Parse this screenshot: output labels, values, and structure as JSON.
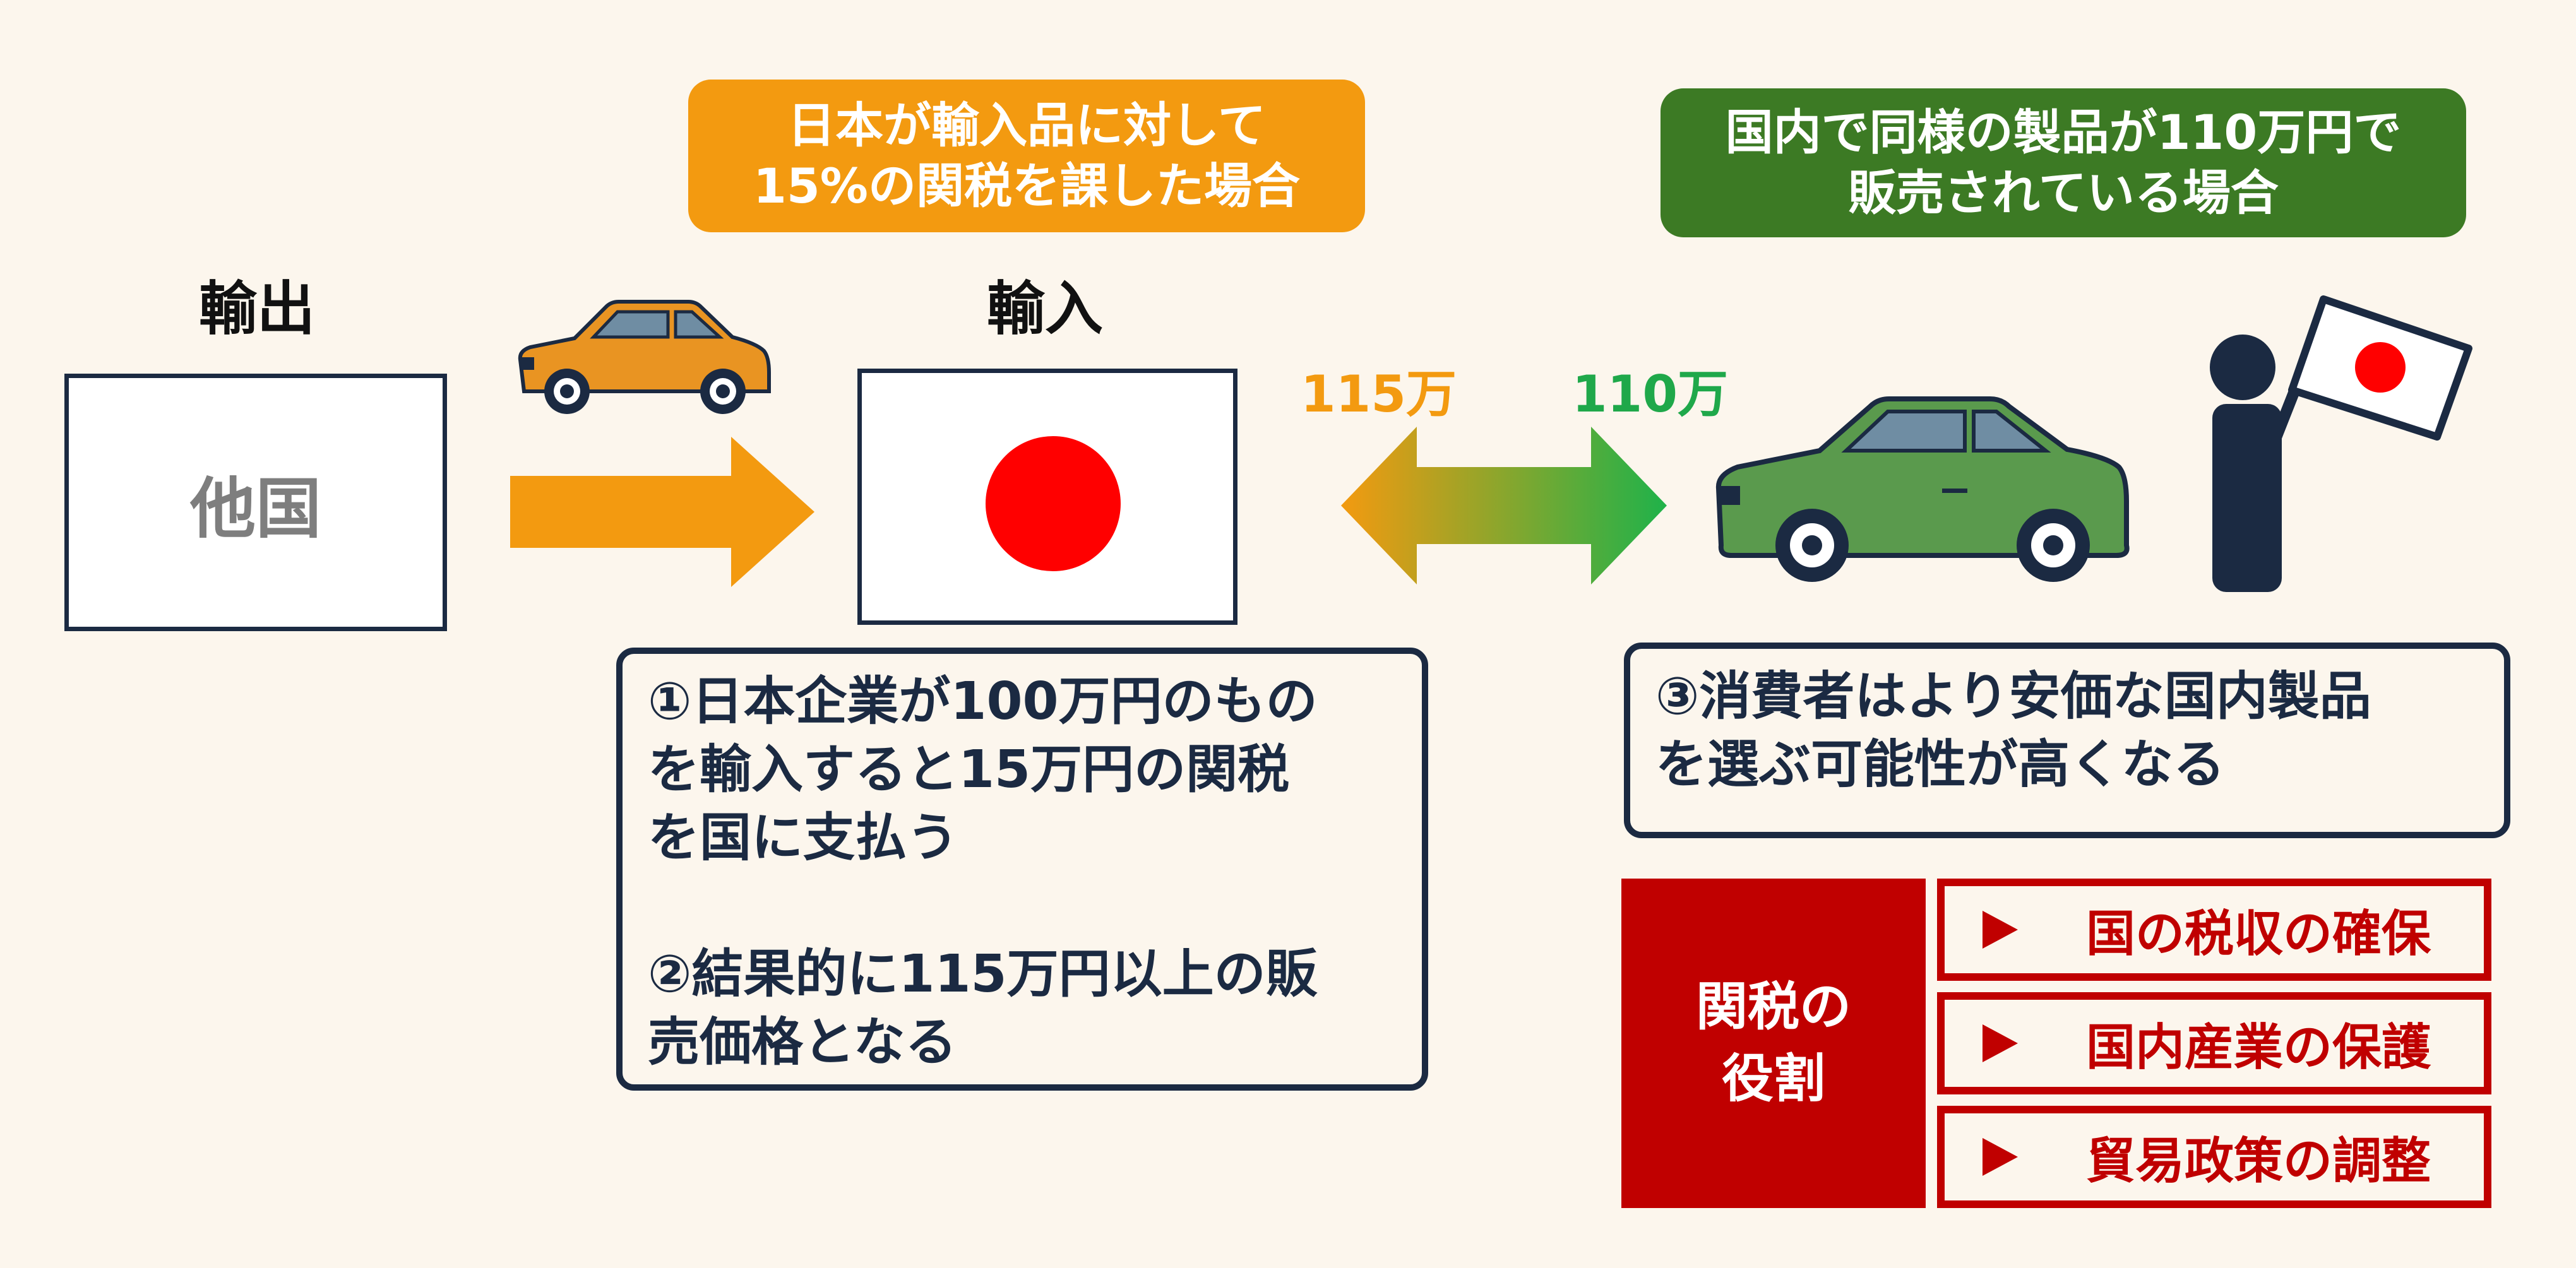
{
  "banners": {
    "tariff_line1": "日本が輸入品に対して",
    "tariff_line2": "15%の関税を課した場合",
    "domestic_line1": "国内で同様の製品が110万円で",
    "domestic_line2": "販売されている場合"
  },
  "export_label": "輸出",
  "import_label": "輸入",
  "other_country": "他国",
  "prices": {
    "import_price": "115万",
    "import_price_color": "#f39a10",
    "domestic_price": "110万",
    "domestic_price_color": "#1fa84a"
  },
  "info1": {
    "line1": "①日本企業が100万円のもの",
    "line2": "を輸入すると15万円の関税",
    "line3": "を国に支払う",
    "line4": "②結果的に115万円以上の販",
    "line5": "売価格となる"
  },
  "info3": {
    "line1": "③消費者はより安価な国内製品",
    "line2": "を選ぶ可能性が高くなる"
  },
  "roles": {
    "title_line1": "関税の",
    "title_line2": "役割",
    "items": [
      "国の税収の確保",
      "国内産業の保護",
      "貿易政策の調整"
    ]
  },
  "icons": [
    "orange-car-icon",
    "right-arrow-icon",
    "japan-flag-icon",
    "double-arrow-icon",
    "green-car-icon",
    "person-with-flag-icon",
    "triangle-bullet-icon"
  ],
  "colors": {
    "accent_orange": "#f39a10",
    "accent_green": "#3c7a24",
    "role_red": "#c00000",
    "navy": "#1b2a42",
    "background": "#fcf6ed"
  }
}
